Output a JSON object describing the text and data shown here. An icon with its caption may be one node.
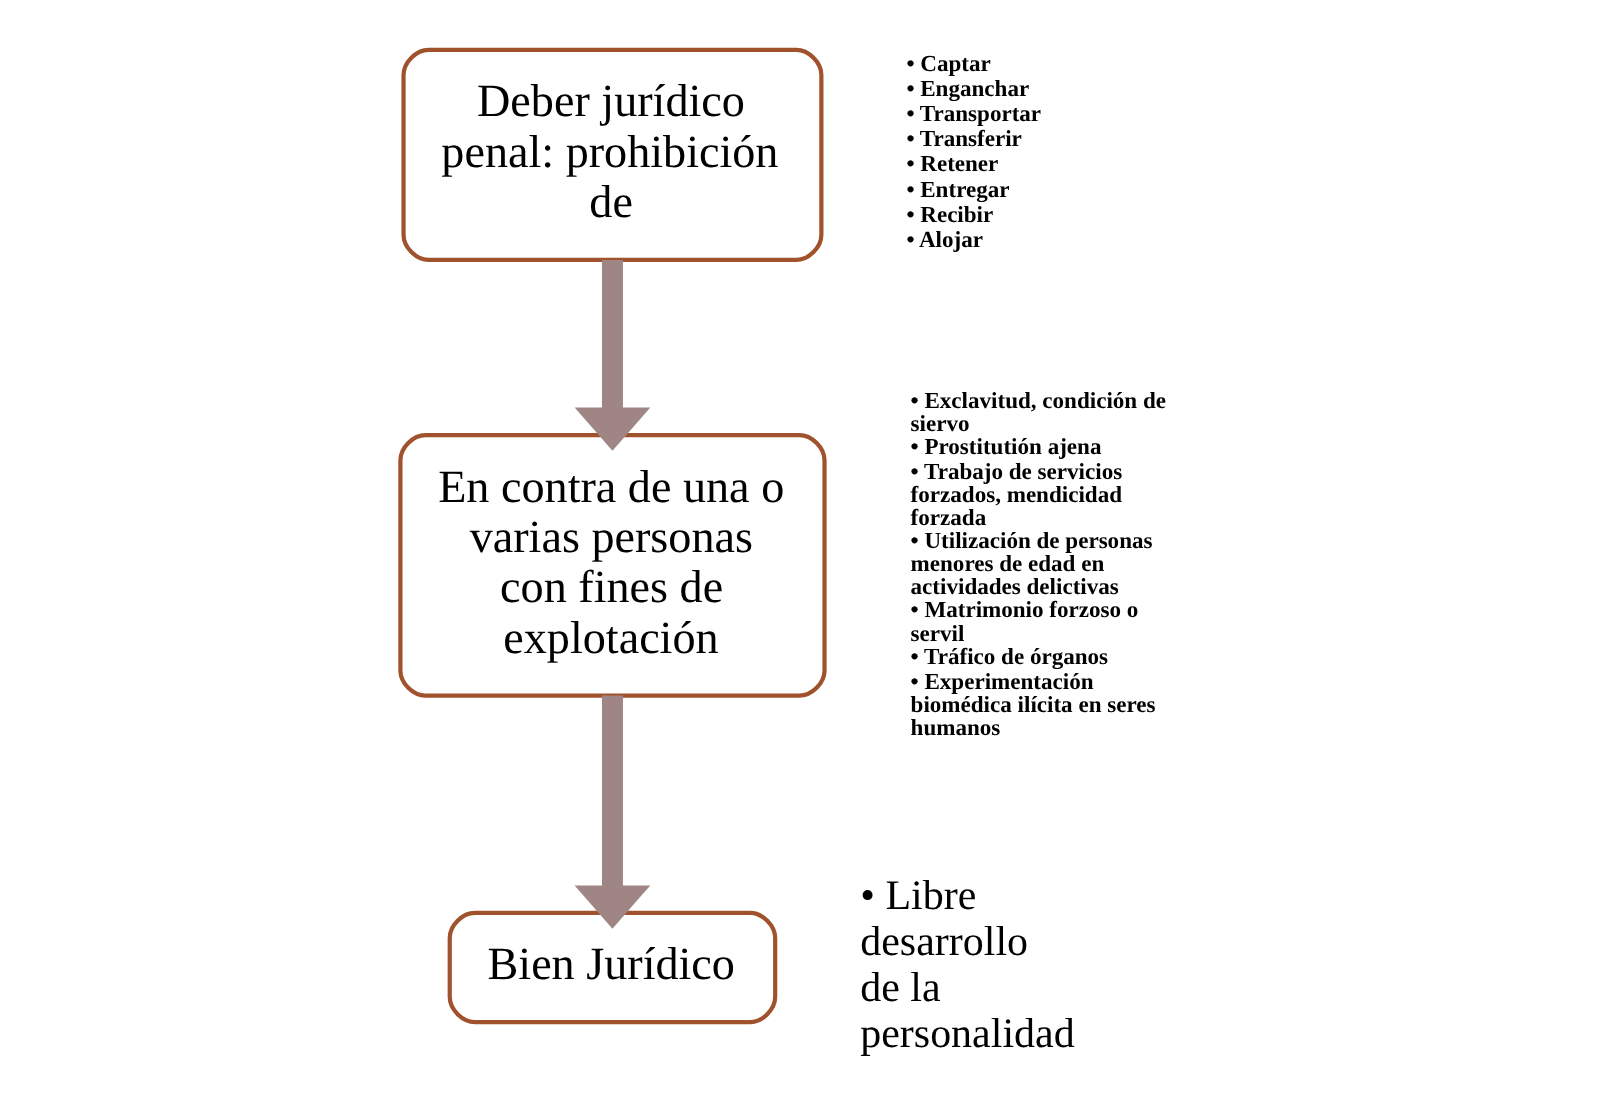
{
  "diagram": {
    "nodes": [
      {
        "text": [
          "Deber jurídico penal: prohibición de"
        ],
        "beside": [
          "• Captar",
          "• Enganchar",
          "• Transportar",
          "• Transferir",
          "• Retener",
          "• Entregar",
          "• Recibir",
          "• Alojar"
        ]
      },
      {
        "text": [
          "En contra de una o varias personas con fines de explotación"
        ],
        "beside": [
          "• Exclavitud, condición de siervo",
          "• Prostitutión ajena",
          "• Trabajo de servicios forzados, mendicidad forzada",
          "• Utilización de personas menores de edad en actividades delictivas",
          "• Matrimonio forzoso o servil",
          "• Tráfico de órganos",
          "• Experimentación biomédica ilícita en seres humanos"
        ]
      },
      {
        "text": [
          "Bien Jurídico"
        ],
        "beside": [
          "• Libre desarrollo de la personalidad"
        ]
      }
    ],
    "edges": [
      {
        "from": 0,
        "to": 1,
        "arrow": "to"
      },
      {
        "from": 1,
        "to": 2,
        "arrow": "to"
      }
    ]
  }
}
